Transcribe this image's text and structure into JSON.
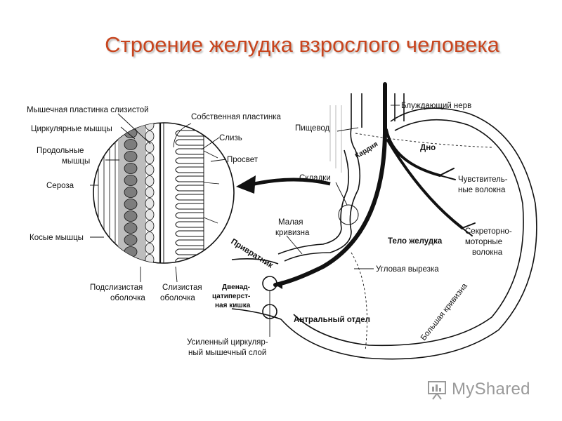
{
  "slide": {
    "title": "Строение желудка взрослого человека",
    "brand": "MyShared"
  },
  "labels": {
    "muscularis_mucosae": "Мышечная пластинка слизистой",
    "circular_muscles": "Циркулярные мышцы",
    "longitudinal_1": "Продольные",
    "longitudinal_2": "мышцы",
    "serosa": "Сероза",
    "oblique_muscles": "Косые мышцы",
    "submucosa_1": "Подслизистая",
    "submucosa_2": "оболочка",
    "mucosa_1": "Слизистая",
    "mucosa_2": "оболочка",
    "lamina_propria": "Собственная пластинка",
    "mucus": "Слизь",
    "lumen": "Просвет",
    "esophagus": "Пищевод",
    "vagus_nerve": "Блуждающий нерв",
    "cardia": "Кардия",
    "fundus": "Дно",
    "folds": "Складки",
    "sensory_1": "Чувствитель-",
    "sensory_2": "ные волокна",
    "secretomotor_1": "Секреторно-",
    "secretomotor_2": "моторные",
    "secretomotor_3": "волокна",
    "lesser_curvature_1": "Малая",
    "lesser_curvature_2": "кривизна",
    "pylorus": "Привратник",
    "body": "Тело желудка",
    "angular_notch": "Угловая вырезка",
    "duodenum_1": "Двенад-",
    "duodenum_2": "цатиперст-",
    "duodenum_3": "ная кишка",
    "antrum": "Антральный отдел",
    "greater_curvature": "Большая кривизна",
    "sphincter_1": "Усиленный циркуляр-",
    "sphincter_2": "ный мышечный слой"
  },
  "colors": {
    "title": "#c8451e",
    "ink": "#111111",
    "logo": "#9a9a9a"
  }
}
